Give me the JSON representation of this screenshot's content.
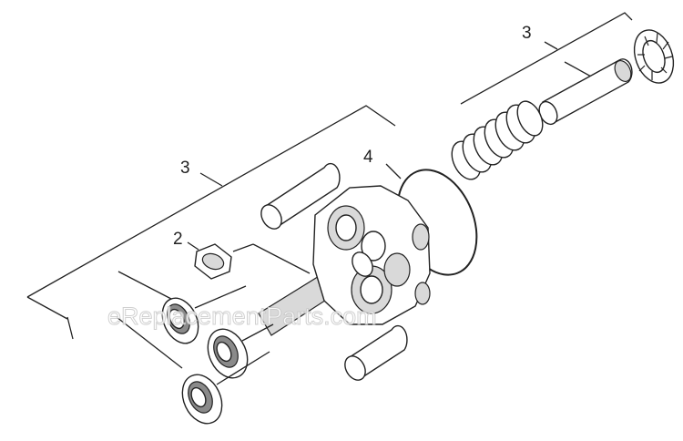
{
  "callouts": {
    "label_3_top": "3",
    "label_3_left": "3",
    "label_4": "4",
    "label_2": "2"
  },
  "watermark": "eReplacementParts.com"
}
